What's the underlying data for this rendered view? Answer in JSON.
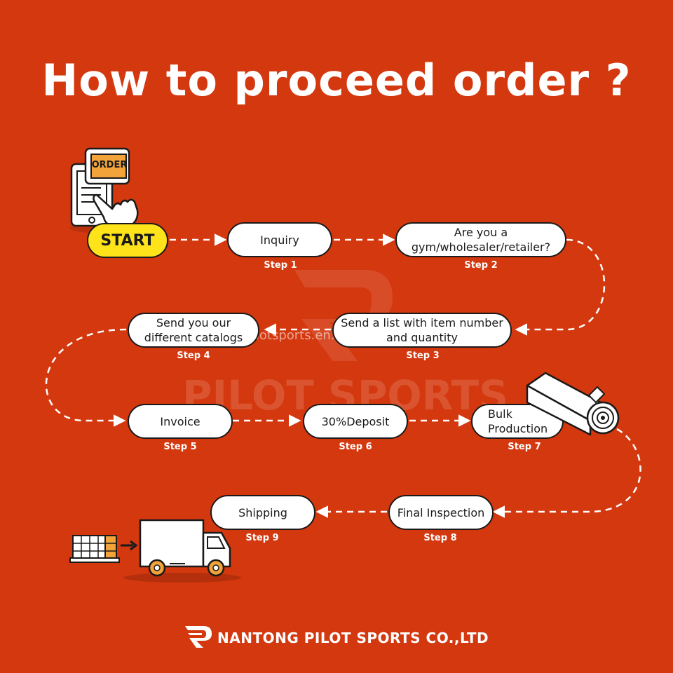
{
  "title": "How to proceed order ?",
  "order_badge": "ORDER",
  "start_label": "START",
  "steps": [
    {
      "text": "Inquiry",
      "label": "Step 1"
    },
    {
      "text": "Are you a gym/wholesaler/retailer?",
      "label": "Step 2"
    },
    {
      "text": "Send a list with item number and quantity",
      "label": "Step 3"
    },
    {
      "text": "Send you our different catalogs",
      "label": "Step 4"
    },
    {
      "text": "Invoice",
      "label": "Step 5"
    },
    {
      "text": "30%Deposit",
      "label": "Step 6"
    },
    {
      "text": "Bulk Production",
      "label": "Step 7"
    },
    {
      "text": "Final Inspection",
      "label": "Step 8"
    },
    {
      "text": "Shipping",
      "label": "Step 9"
    }
  ],
  "watermark": {
    "brand": "PILOT SPORTS",
    "url": "ntpilotsports.en.alibaba.com"
  },
  "footer": {
    "company": "NANTONG PILOT SPORTS CO.,LTD"
  },
  "colors": {
    "background": "#d4380f",
    "start": "#ffe31a",
    "order_badge": "#f2a33a"
  },
  "icons": [
    "phone-order-icon",
    "pointing-hand-icon",
    "fabric-roll-icon",
    "cargo-pallet-icon",
    "arrow-right-icon",
    "delivery-truck-icon",
    "pilot-logo-icon"
  ]
}
